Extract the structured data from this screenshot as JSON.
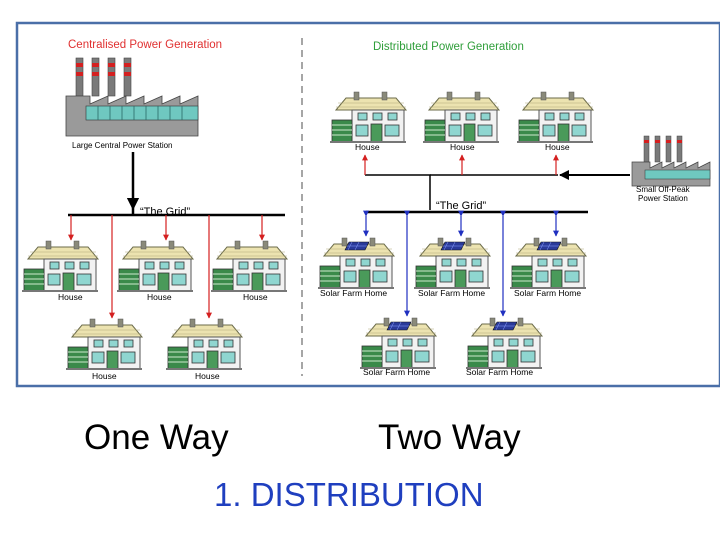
{
  "left": {
    "title": "Centralised Power Generation",
    "station_label": "Large Central Power Station",
    "grid_label": "“The Grid”",
    "house_label": "House"
  },
  "right": {
    "title": "Distributed Power Generation",
    "grid_label": "“The Grid”",
    "house_label": "House",
    "solar_label": "Solar Farm Home",
    "station_label_line1": "Small Off-Peak",
    "station_label_line2": "Power Station"
  },
  "captions": {
    "one_way": "One Way",
    "two_way": "Two Way",
    "section_title": "1. DISTRIBUTION"
  },
  "colors": {
    "frame": "#4a6fa8",
    "left_title": "#e03030",
    "right_title": "#2f9e3a",
    "red_arrow": "#d42020",
    "blue_arrow": "#2030c0",
    "section_title": "#1f3fbf"
  }
}
